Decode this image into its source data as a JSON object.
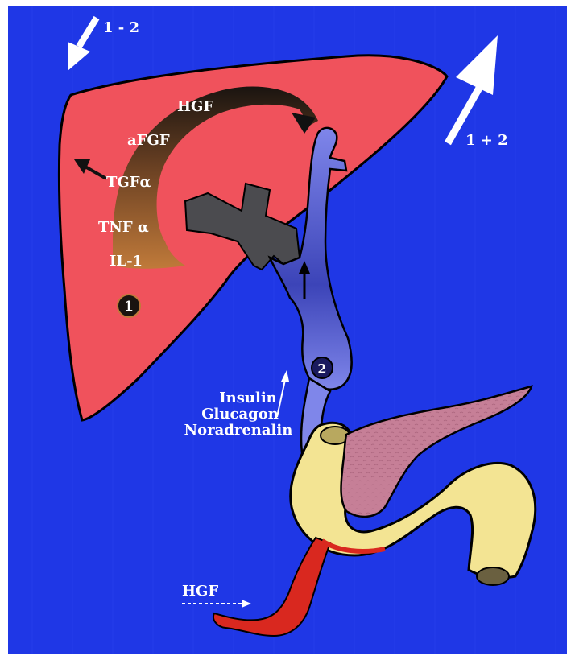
{
  "colors": {
    "background": "#1f37e6",
    "liver": "#f0525c",
    "vein": "#7f86ea",
    "vessel_dark": "#4b4b4f",
    "duodenum": "#f3e493",
    "pancreas": "#c67f97",
    "artery": "#d9281f",
    "outline": "#000000",
    "label_text": "#ffffff"
  },
  "icons": {
    "arrow_out": "arrow-up-right-icon",
    "arrow_in": "arrow-down-left-icon",
    "marker": "numbered-circle-icon"
  },
  "arrows": {
    "top_left_label": "1 - 2",
    "right_label": "1 + 2"
  },
  "factors": {
    "items": [
      "HGF",
      "aFGF",
      "TGFα",
      "TNF α",
      "IL-1"
    ]
  },
  "markers": {
    "one": "1",
    "two": "2"
  },
  "hormones": {
    "items": [
      "Insulin",
      "Glucagon",
      "Noradrenalin"
    ]
  },
  "bottom_label": "HGF"
}
